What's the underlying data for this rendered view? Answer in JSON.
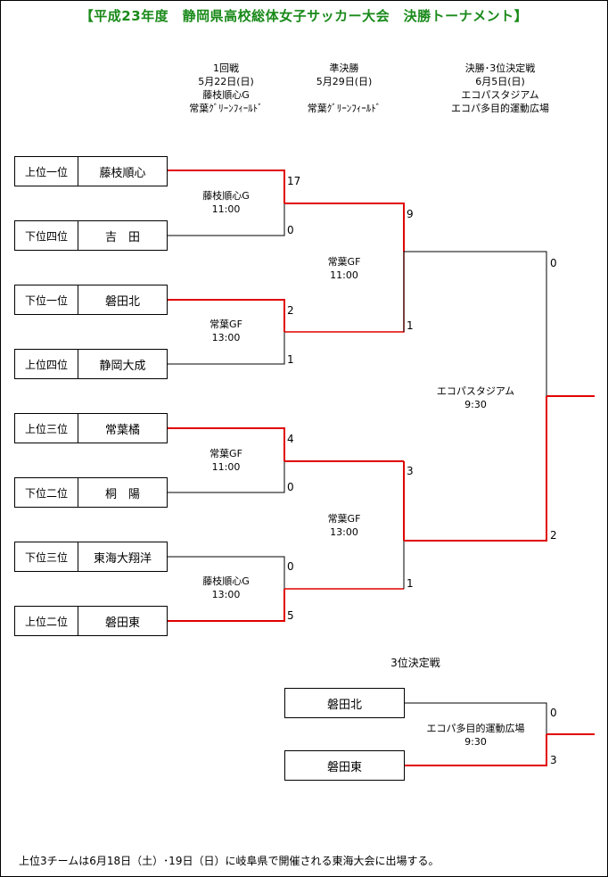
{
  "title": "【平成23年度　静岡県高校総体女子サッカー大会　決勝トーナメント】",
  "headers": {
    "round1": "1回戦\n5月22日(日)\n藤枝順心G\n常葉ｸﾞﾘｰﾝﾌｨｰﾙﾄﾞ",
    "semi": "準決勝\n5月29日(日)\n\n常葉ｸﾞﾘｰﾝﾌｨｰﾙﾄﾞ",
    "final": "決勝･3位決定戦\n6月5日(日)\nエコパスタジアム\nエコパ多目的運動広場"
  },
  "seeds": [
    {
      "rank": "上位一位",
      "team": "藤枝順心"
    },
    {
      "rank": "下位四位",
      "team": "吉　田"
    },
    {
      "rank": "下位一位",
      "team": "磐田北"
    },
    {
      "rank": "上位四位",
      "team": "静岡大成"
    },
    {
      "rank": "上位三位",
      "team": "常葉橘"
    },
    {
      "rank": "下位二位",
      "team": "桐　陽"
    },
    {
      "rank": "下位三位",
      "team": "東海大翔洋"
    },
    {
      "rank": "上位二位",
      "team": "磐田東"
    }
  ],
  "r1_venues": [
    "藤枝順心G\n11:00",
    "常葉GF\n13:00",
    "常葉GF\n11:00",
    "藤枝順心G\n13:00"
  ],
  "r1_scores": [
    "17",
    "0",
    "2",
    "1",
    "4",
    "0",
    "0",
    "5"
  ],
  "semi_venues": [
    "常葉GF\n11:00",
    "常葉GF\n13:00"
  ],
  "semi_scores": [
    "9",
    "1",
    "3",
    "1"
  ],
  "final_venue": "エコパスタジアム\n9:30",
  "final_scores": [
    "0",
    "2"
  ],
  "third_place": {
    "label": "3位決定戦",
    "teams": [
      "磐田北",
      "磐田東"
    ],
    "venue": "エコパ多目的運動広場\n9:30",
    "scores": [
      "0",
      "3"
    ]
  },
  "footnote": "上位3チームは6月18日（土）･19日（日）に岐阜県で開催される東海大会に出場する。",
  "colors": {
    "title": "#1a8a1a",
    "winner_line": "#e00000",
    "line": "#000000"
  }
}
